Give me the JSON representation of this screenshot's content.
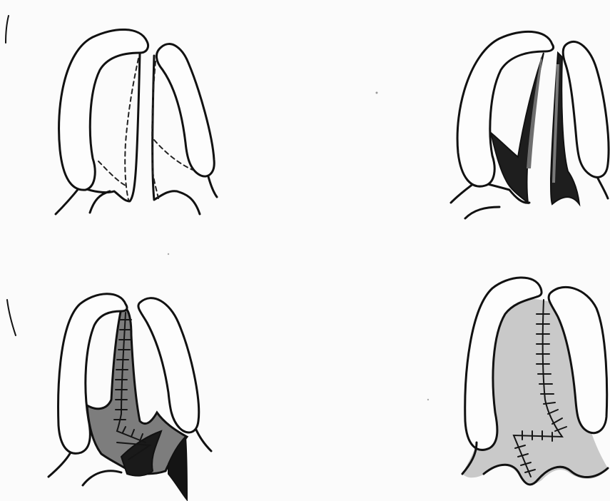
{
  "figure": {
    "panels": [
      {
        "id": "top-left"
      },
      {
        "id": "top-right"
      },
      {
        "id": "bottom-left"
      },
      {
        "id": "bottom-right"
      }
    ],
    "colors": {
      "paper": "#fbfbfb",
      "ink": "#111111",
      "dark_shading": "#1e1e1e",
      "mid_shading": "#7a7a7a",
      "light_shading": "#c9c9c9"
    }
  }
}
